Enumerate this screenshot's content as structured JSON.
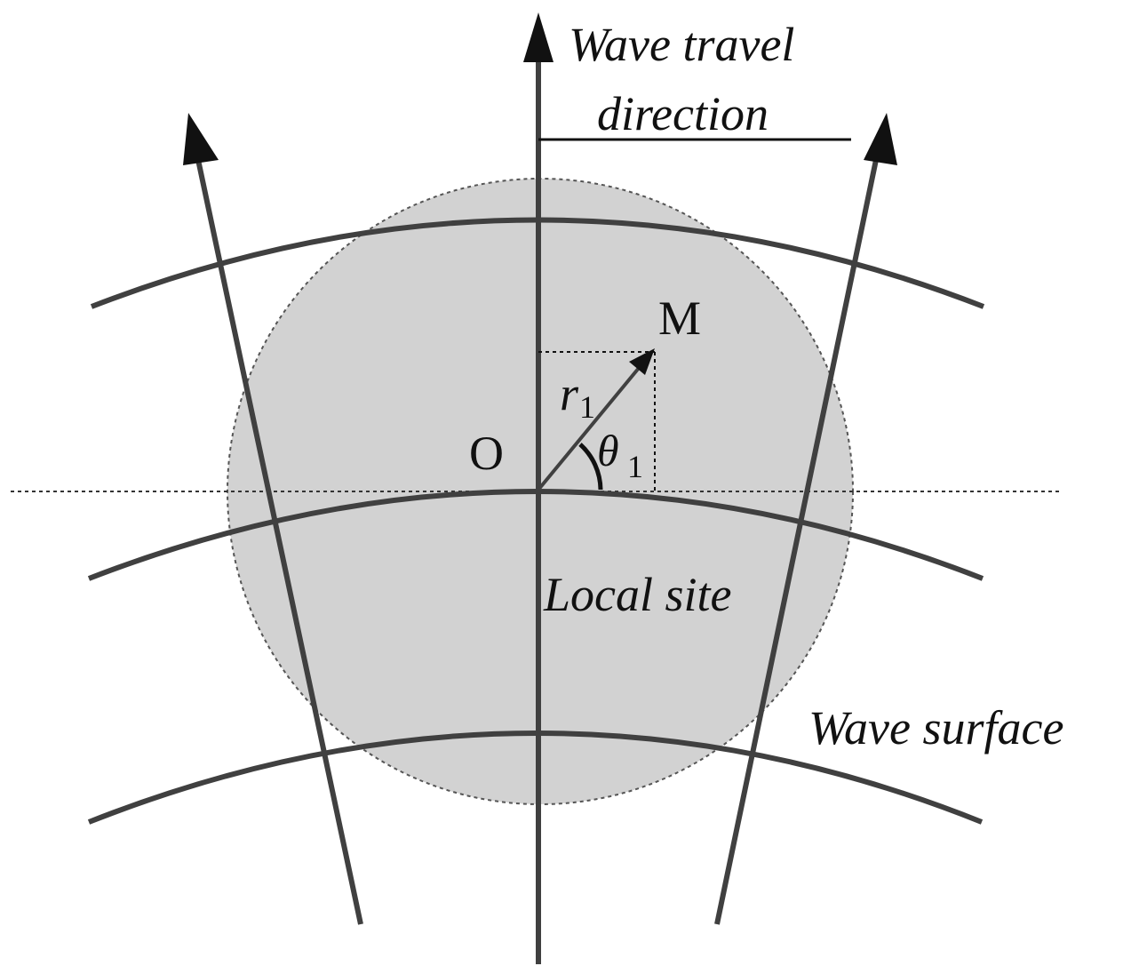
{
  "labels": {
    "wave_travel_line1": "Wave travel",
    "wave_travel_line2": "direction",
    "point_m": "M",
    "point_o": "O",
    "radius_symbol": "r",
    "radius_subscript": "1",
    "angle_symbol": "θ",
    "angle_subscript": "1",
    "local_site": "Local site",
    "wave_surface": "Wave surface"
  },
  "colors": {
    "line": "#404040",
    "circle_fill": "#d2d2d2",
    "circle_edge": "#555555",
    "text": "#111111",
    "background": "#ffffff"
  }
}
